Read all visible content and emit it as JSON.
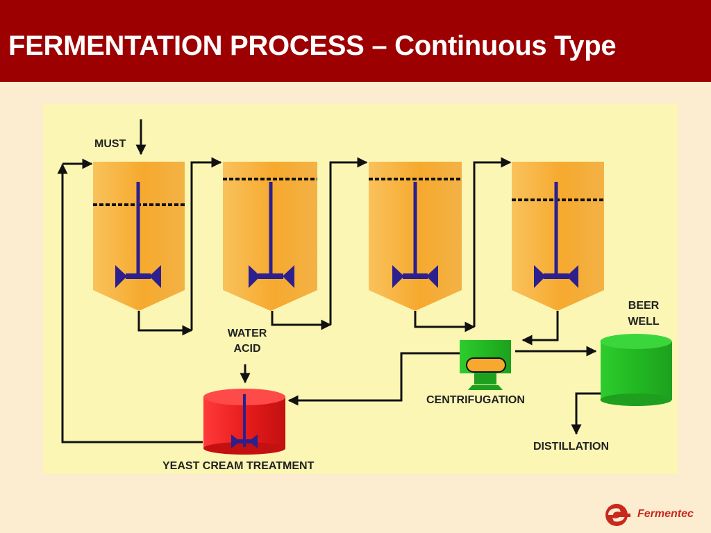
{
  "slide": {
    "title": "FERMENTATION PROCESS – Continuous Type"
  },
  "diagram": {
    "inputs": {
      "must": "MUST",
      "water": "WATER",
      "acid": "ACID"
    },
    "units": {
      "beer_well_line1": "BEER",
      "beer_well_line2": "WELL",
      "centrifugation": "CENTRIFUGATION",
      "distillation": "DISTILLATION",
      "yeast_cream_treatment": "YEAST CREAM TREATMENT"
    },
    "fermenter_count": 4,
    "colors": {
      "fermenter": "#f6a92e",
      "agitator": "#2c1f8e",
      "centrifuge": "#22b822",
      "beer_well": "#25c825",
      "yeast_tank": "#e81c1c",
      "pipe": "#111111"
    }
  },
  "branding": {
    "name": "Fermentec",
    "logo_icon": "fermentec-logo-icon",
    "color": "#c8281e"
  },
  "theme": {
    "title_bar_color": "#9c0000",
    "background_color": "#fcecd0",
    "panel_color": "#fbf6b4"
  }
}
